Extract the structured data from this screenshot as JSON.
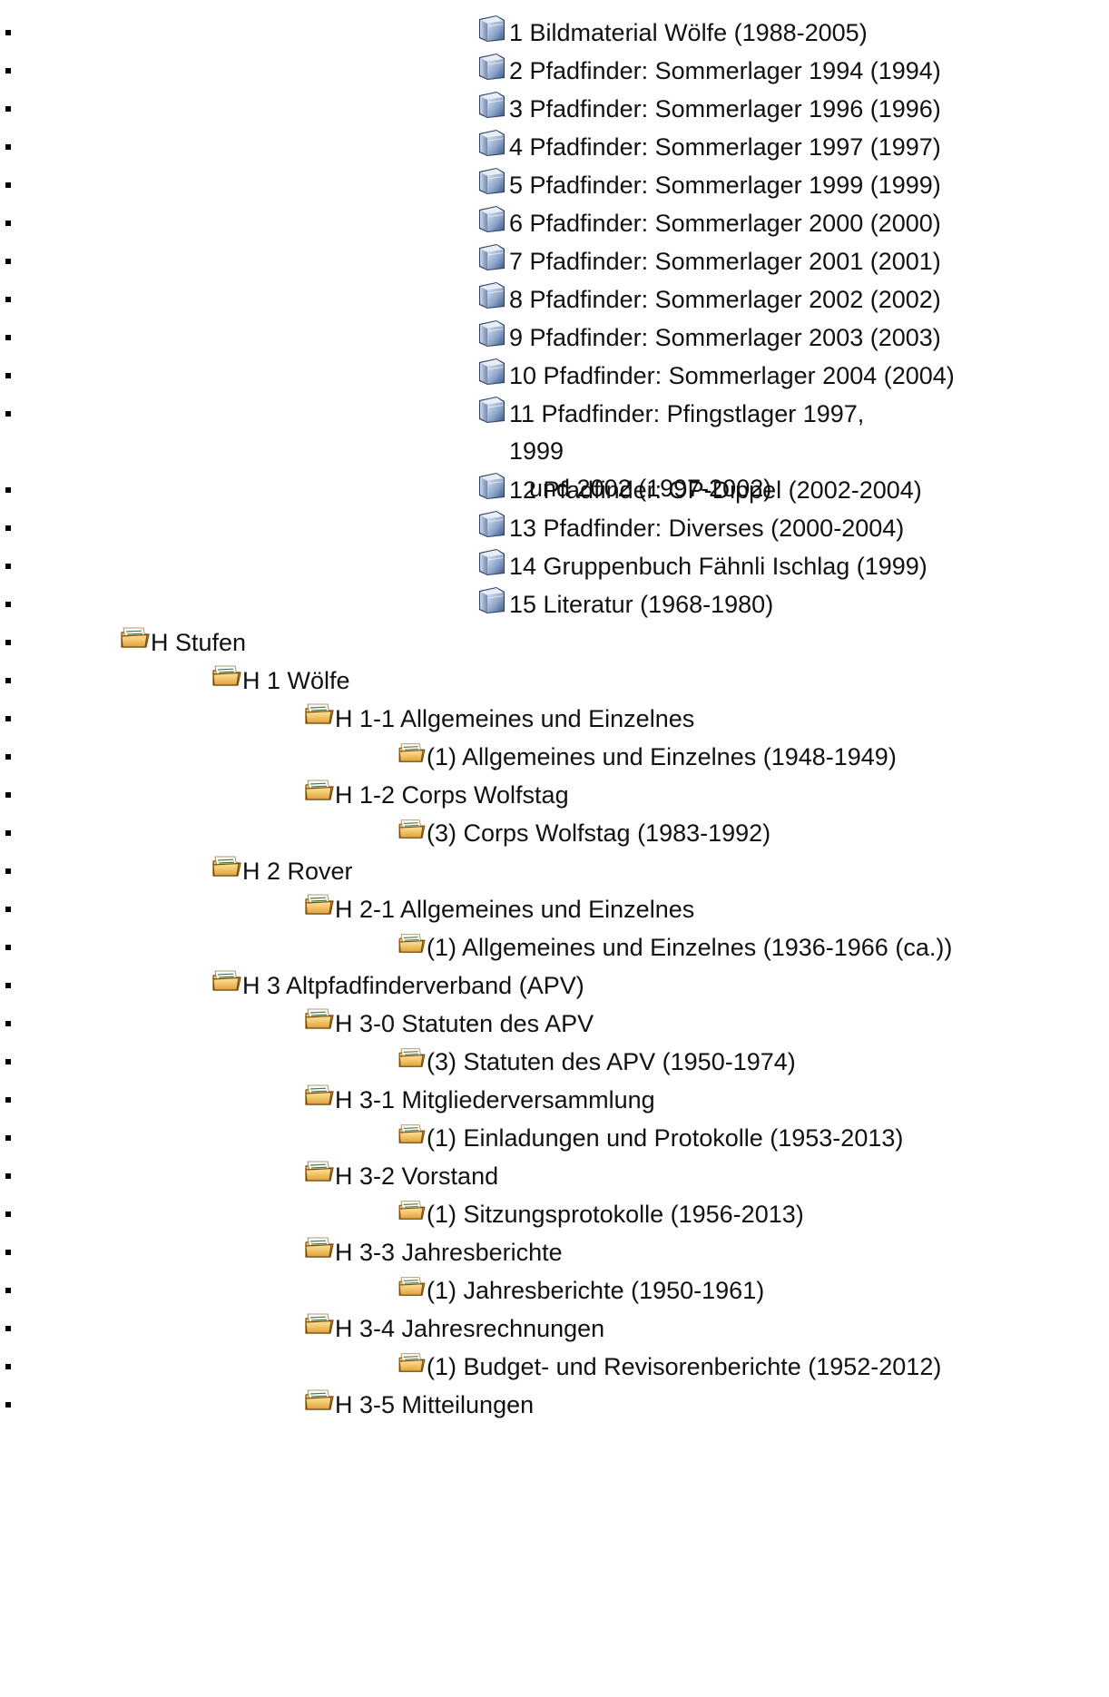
{
  "tree": [
    {
      "label": "1 Bildmaterial Wölfe (1988-2005)",
      "icon": "archive-box-icon"
    },
    {
      "label": "2 Pfadfinder: Sommerlager 1994 (1994)",
      "icon": "archive-box-icon"
    },
    {
      "label": "3 Pfadfinder: Sommerlager 1996 (1996)",
      "icon": "archive-box-icon"
    },
    {
      "label": "4 Pfadfinder: Sommerlager 1997 (1997)",
      "icon": "archive-box-icon"
    },
    {
      "label": "5 Pfadfinder: Sommerlager 1999 (1999)",
      "icon": "archive-box-icon"
    },
    {
      "label": "6 Pfadfinder: Sommerlager 2000 (2000)",
      "icon": "archive-box-icon"
    },
    {
      "label": "7 Pfadfinder: Sommerlager 2001 (2001)",
      "icon": "archive-box-icon"
    },
    {
      "label": "8 Pfadfinder: Sommerlager 2002 (2002)",
      "icon": "archive-box-icon"
    },
    {
      "label": "9 Pfadfinder: Sommerlager 2003 (2003)",
      "icon": "archive-box-icon"
    },
    {
      "label": "10 Pfadfinder: Sommerlager 2004 (2004)",
      "icon": "archive-box-icon"
    },
    {
      "label": "11 Pfadfinder: Pfingstlager 1997, 1999 und 2002 (1997-2002)",
      "icon": "archive-box-icon"
    },
    {
      "label": "12 Pfadfinder: OP-Dippel (2002-2004)",
      "icon": "archive-box-icon"
    },
    {
      "label": "13 Pfadfinder: Diverses (2000-2004)",
      "icon": "archive-box-icon"
    },
    {
      "label": "14 Gruppenbuch Fähnli Ischlag (1999)",
      "icon": "archive-box-icon"
    },
    {
      "label": "15 Literatur (1968-1980)",
      "icon": "archive-box-icon"
    },
    {
      "label": "H Stufen",
      "icon": "folder-open-icon"
    },
    {
      "label": "H 1 Wölfe",
      "icon": "folder-open-icon"
    },
    {
      "label": "H 1-1 Allgemeines und Einzelnes",
      "icon": "folder-open-icon"
    },
    {
      "label": "(1) Allgemeines und Einzelnes (1948-1949)",
      "icon": "folder-icon"
    },
    {
      "label": "H 1-2 Corps Wolfstag",
      "icon": "folder-open-icon"
    },
    {
      "label": "(3) Corps Wolfstag (1983-1992)",
      "icon": "folder-icon"
    },
    {
      "label": "H 2 Rover",
      "icon": "folder-open-icon"
    },
    {
      "label": "H 2-1 Allgemeines und Einzelnes",
      "icon": "folder-open-icon"
    },
    {
      "label": "(1) Allgemeines und Einzelnes (1936-1966 (ca.))",
      "icon": "folder-icon"
    },
    {
      "label": "H 3 Altpfadfinderverband (APV)",
      "icon": "folder-open-icon"
    },
    {
      "label": "H 3-0 Statuten des APV",
      "icon": "folder-open-icon"
    },
    {
      "label": "(3) Statuten des APV (1950-1974)",
      "icon": "folder-icon"
    },
    {
      "label": "H 3-1 Mitgliederversammlung",
      "icon": "folder-open-icon"
    },
    {
      "label": "(1) Einladungen und Protokolle (1953-2013)",
      "icon": "folder-icon"
    },
    {
      "label": "H 3-2 Vorstand",
      "icon": "folder-open-icon"
    },
    {
      "label": "(1) Sitzungsprotokolle (1956-2013)",
      "icon": "folder-icon"
    },
    {
      "label": "H 3-3 Jahresberichte",
      "icon": "folder-open-icon"
    },
    {
      "label": "(1) Jahresberichte (1950-1961)",
      "icon": "folder-icon"
    },
    {
      "label": "H 3-4 Jahresrechnungen",
      "icon": "folder-open-icon"
    },
    {
      "label": "(1) Budget- und Revisorenberichte (1952-2012)",
      "icon": "folder-icon"
    },
    {
      "label": "H 3-5 Mitteilungen",
      "icon": "folder-open-icon"
    }
  ]
}
